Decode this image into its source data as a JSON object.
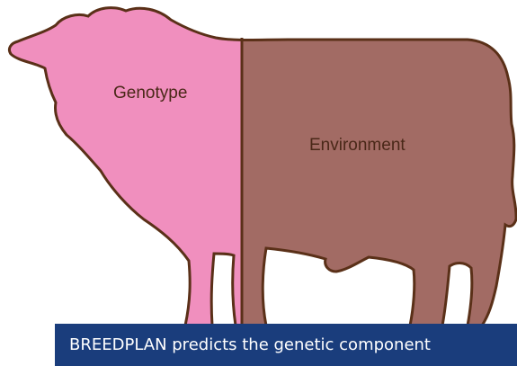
{
  "diagram": {
    "regions": [
      {
        "id": "genotype",
        "label": "Genotype",
        "color": "#f08fbe"
      },
      {
        "id": "environment",
        "label": "Environment",
        "color": "#a26b64"
      }
    ],
    "outline_color": "#5a3018",
    "caption": {
      "text": "BREEDPLAN predicts the genetic component",
      "background": "#1a3d7c",
      "text_color": "#ffffff"
    }
  }
}
